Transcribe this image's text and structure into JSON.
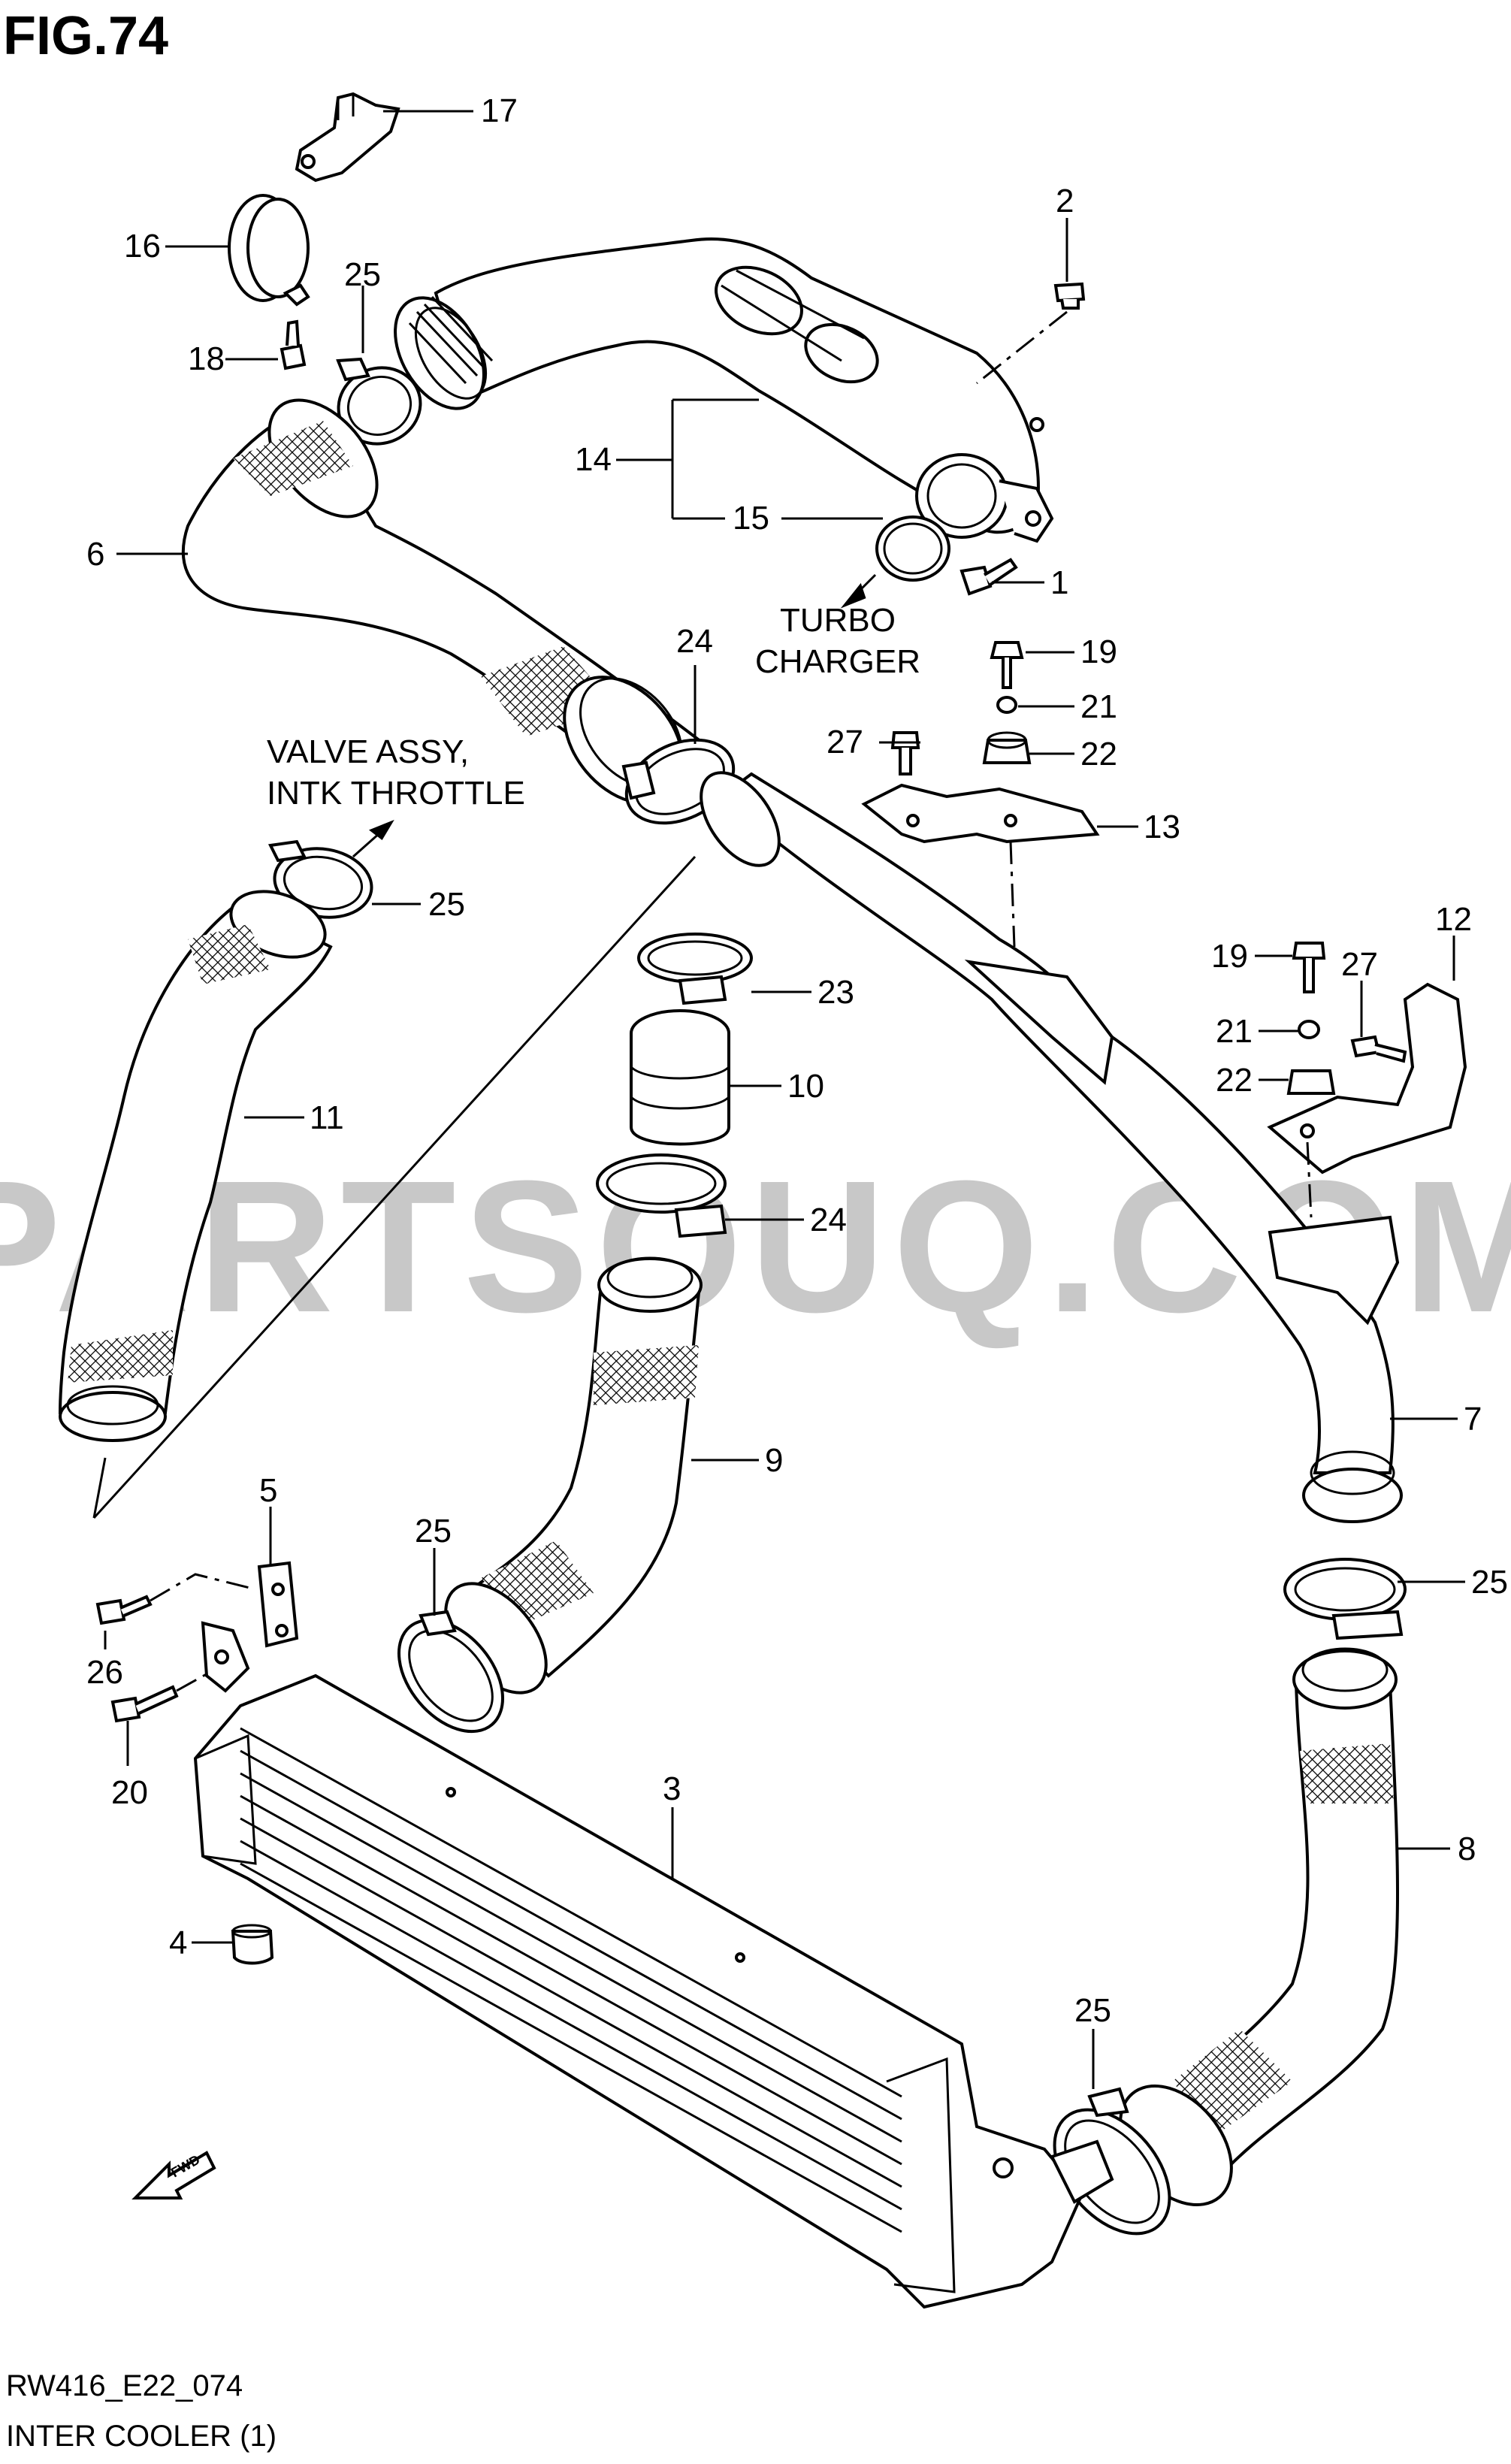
{
  "figure": {
    "title": "FIG.74",
    "code": "RW416_E22_074",
    "caption": "INTER COOLER (1)",
    "watermark": "PARTSOUQ.COM"
  },
  "callouts": {
    "turbo": [
      "TURBO",
      "CHARGER"
    ],
    "valve": [
      "VALVE ASSY,",
      "INTK THROTTLE"
    ]
  },
  "fwd_label": "FWD",
  "labels": [
    "17",
    "16",
    "25",
    "18",
    "2",
    "14",
    "15",
    "1",
    "6",
    "24",
    "19",
    "21",
    "27",
    "22",
    "13",
    "25",
    "23",
    "10",
    "12",
    "19",
    "27",
    "21",
    "22",
    "11",
    "24",
    "7",
    "9",
    "25",
    "5",
    "25",
    "26",
    "20",
    "3",
    "8",
    "4",
    "25"
  ],
  "colors": {
    "line": "#000000",
    "watermark": "#c8c8c8",
    "background": "#ffffff"
  }
}
